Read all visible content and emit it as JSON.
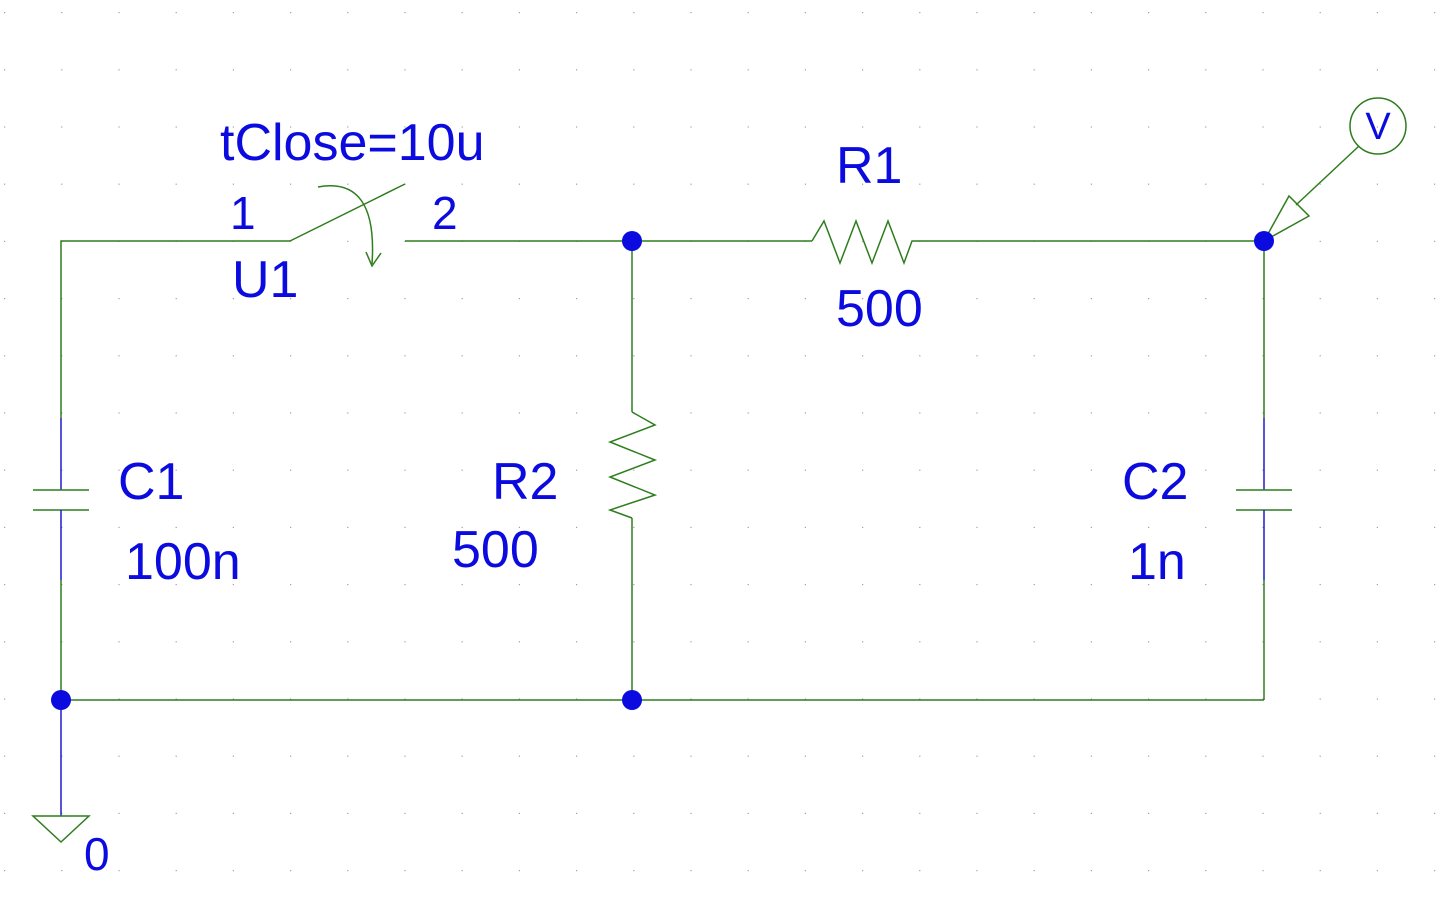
{
  "components": {
    "switch": {
      "ref": "U1",
      "param": "tClose=10u",
      "pin1": "1",
      "pin2": "2"
    },
    "r1": {
      "ref": "R1",
      "value": "500"
    },
    "r2": {
      "ref": "R2",
      "value": "500"
    },
    "c1": {
      "ref": "C1",
      "value": "100n"
    },
    "c2": {
      "ref": "C2",
      "value": "1n"
    },
    "ground": {
      "label": "0"
    },
    "probe": {
      "label": "V"
    }
  },
  "colors": {
    "wire": "#2e7d1e",
    "pin": "#1c1cc8",
    "text": "#0b0be0",
    "junction": "#0b0be0",
    "grid": "#a0a0a0",
    "background": "#ffffff"
  }
}
